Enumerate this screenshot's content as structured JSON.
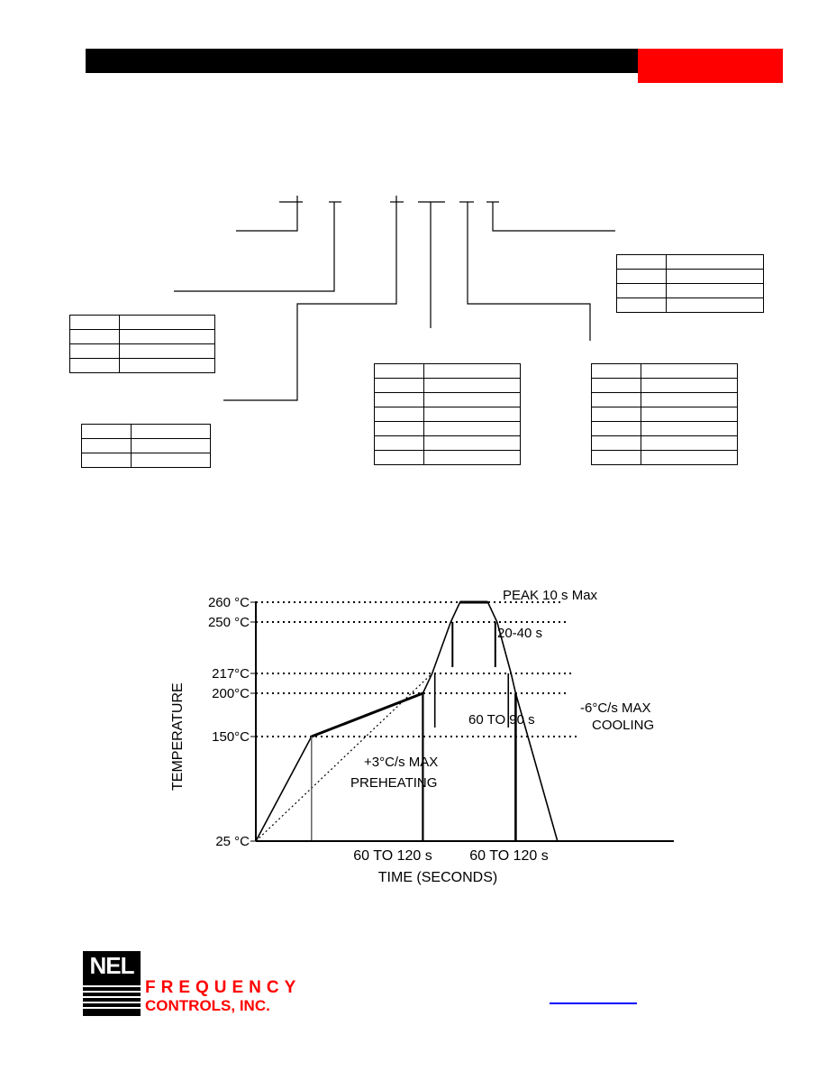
{
  "colors": {
    "header_bar": "#000000",
    "header_accent": "#ff0000",
    "logo_text": "#ff0000",
    "link": "#0000ff"
  },
  "chart_data": {
    "type": "line",
    "title": "",
    "xlabel": "TIME (SECONDS)",
    "ylabel": "TEMPERATURE",
    "y_tick_labels": [
      "25 °C",
      "150°C",
      "200°C",
      "217°C",
      "250 °C",
      "260 °C"
    ],
    "y_values": [
      25,
      150,
      200,
      217,
      250,
      260
    ],
    "series": [
      {
        "profile_points": [
          [
            0,
            25
          ],
          [
            60,
            150
          ],
          [
            180,
            200
          ],
          [
            190,
            217
          ],
          [
            210,
            250
          ],
          [
            220,
            260
          ],
          [
            250,
            260
          ],
          [
            260,
            250
          ],
          [
            275,
            217
          ],
          [
            280,
            200
          ],
          [
            325,
            25
          ]
        ]
      }
    ],
    "segment_labels": [
      "60 TO 120 s",
      "60 TO 120 s"
    ],
    "annotations": {
      "peak": "PEAK 10 s Max",
      "above_250": "20-40 s",
      "above_217": "60 TO 90 s",
      "preheat_rate": "+3°C/s MAX",
      "preheat_label": "PREHEATING",
      "cool_rate": "-6°C/s MAX",
      "cool_label": "COOLING"
    },
    "grid": false,
    "legend": "none"
  },
  "logo": {
    "mark": "NEL",
    "line1": "FREQUENCY",
    "line2": "CONTROLS, INC."
  }
}
